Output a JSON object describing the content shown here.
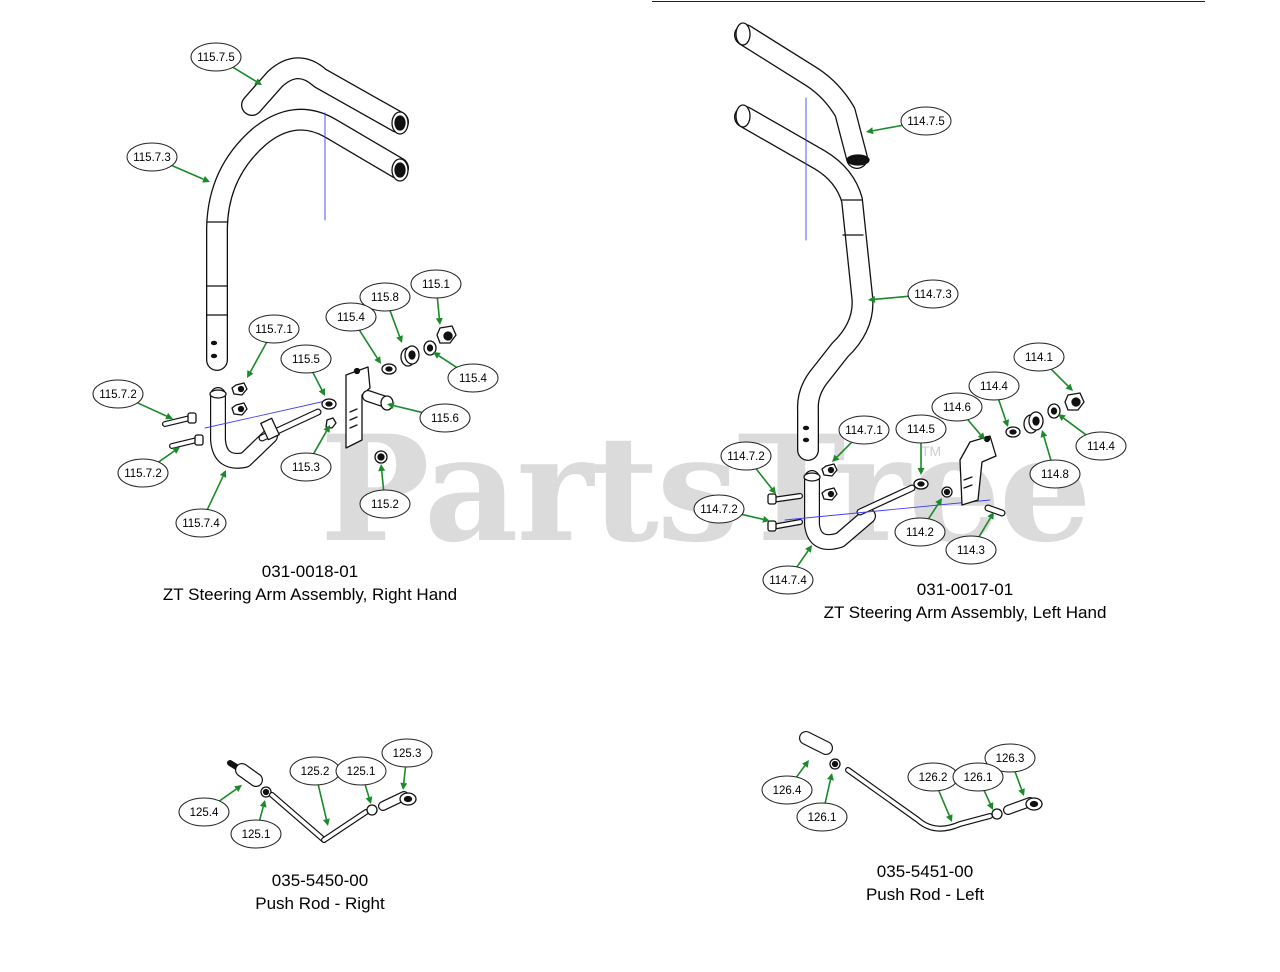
{
  "watermark": {
    "text": "PartsTree",
    "tm": "TM"
  },
  "colors": {
    "leader": "#1a8a2a",
    "centerline": "#4040ff",
    "part_stroke": "#111111"
  },
  "assemblies": [
    {
      "part_number": "031-0018-01",
      "description": "ZT Steering Arm Assembly, Right Hand",
      "callouts": [
        "115.7.5",
        "115.7.3",
        "115.8",
        "115.1",
        "115.4",
        "115.7.1",
        "115.5",
        "115.4",
        "115.7.2",
        "115.6",
        "115.3",
        "115.7.2",
        "115.2",
        "115.7.4"
      ]
    },
    {
      "part_number": "031-0017-01",
      "description": "ZT Steering Arm Assembly, Left Hand",
      "callouts": [
        "114.7.5",
        "114.7.3",
        "114.1",
        "114.4",
        "114.6",
        "114.7.1",
        "114.5",
        "114.4",
        "114.7.2",
        "114.8",
        "114.7.2",
        "114.2",
        "114.3",
        "114.7.4"
      ]
    },
    {
      "part_number": "035-5450-00",
      "description": "Push Rod - Right",
      "callouts": [
        "125.3",
        "125.2",
        "125.1",
        "125.4",
        "125.1"
      ]
    },
    {
      "part_number": "035-5451-00",
      "description": "Push Rod - Left",
      "callouts": [
        "126.3",
        "126.2",
        "126.1",
        "126.4",
        "126.1"
      ]
    }
  ]
}
